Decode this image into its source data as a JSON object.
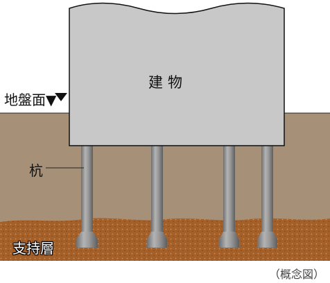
{
  "labels": {
    "building": "建物",
    "ground_surface": "地盤面▼",
    "pile": "杭",
    "bearing_layer": "支持層",
    "note": "（概念図）"
  },
  "pile_count": 4,
  "colors": {
    "sky": "#ffffff",
    "soil": "#a69078",
    "bearing_layer": "#a5602a",
    "building": "#c8c8c8",
    "building_outline": "#111111",
    "pile": "#8f8f8f"
  }
}
